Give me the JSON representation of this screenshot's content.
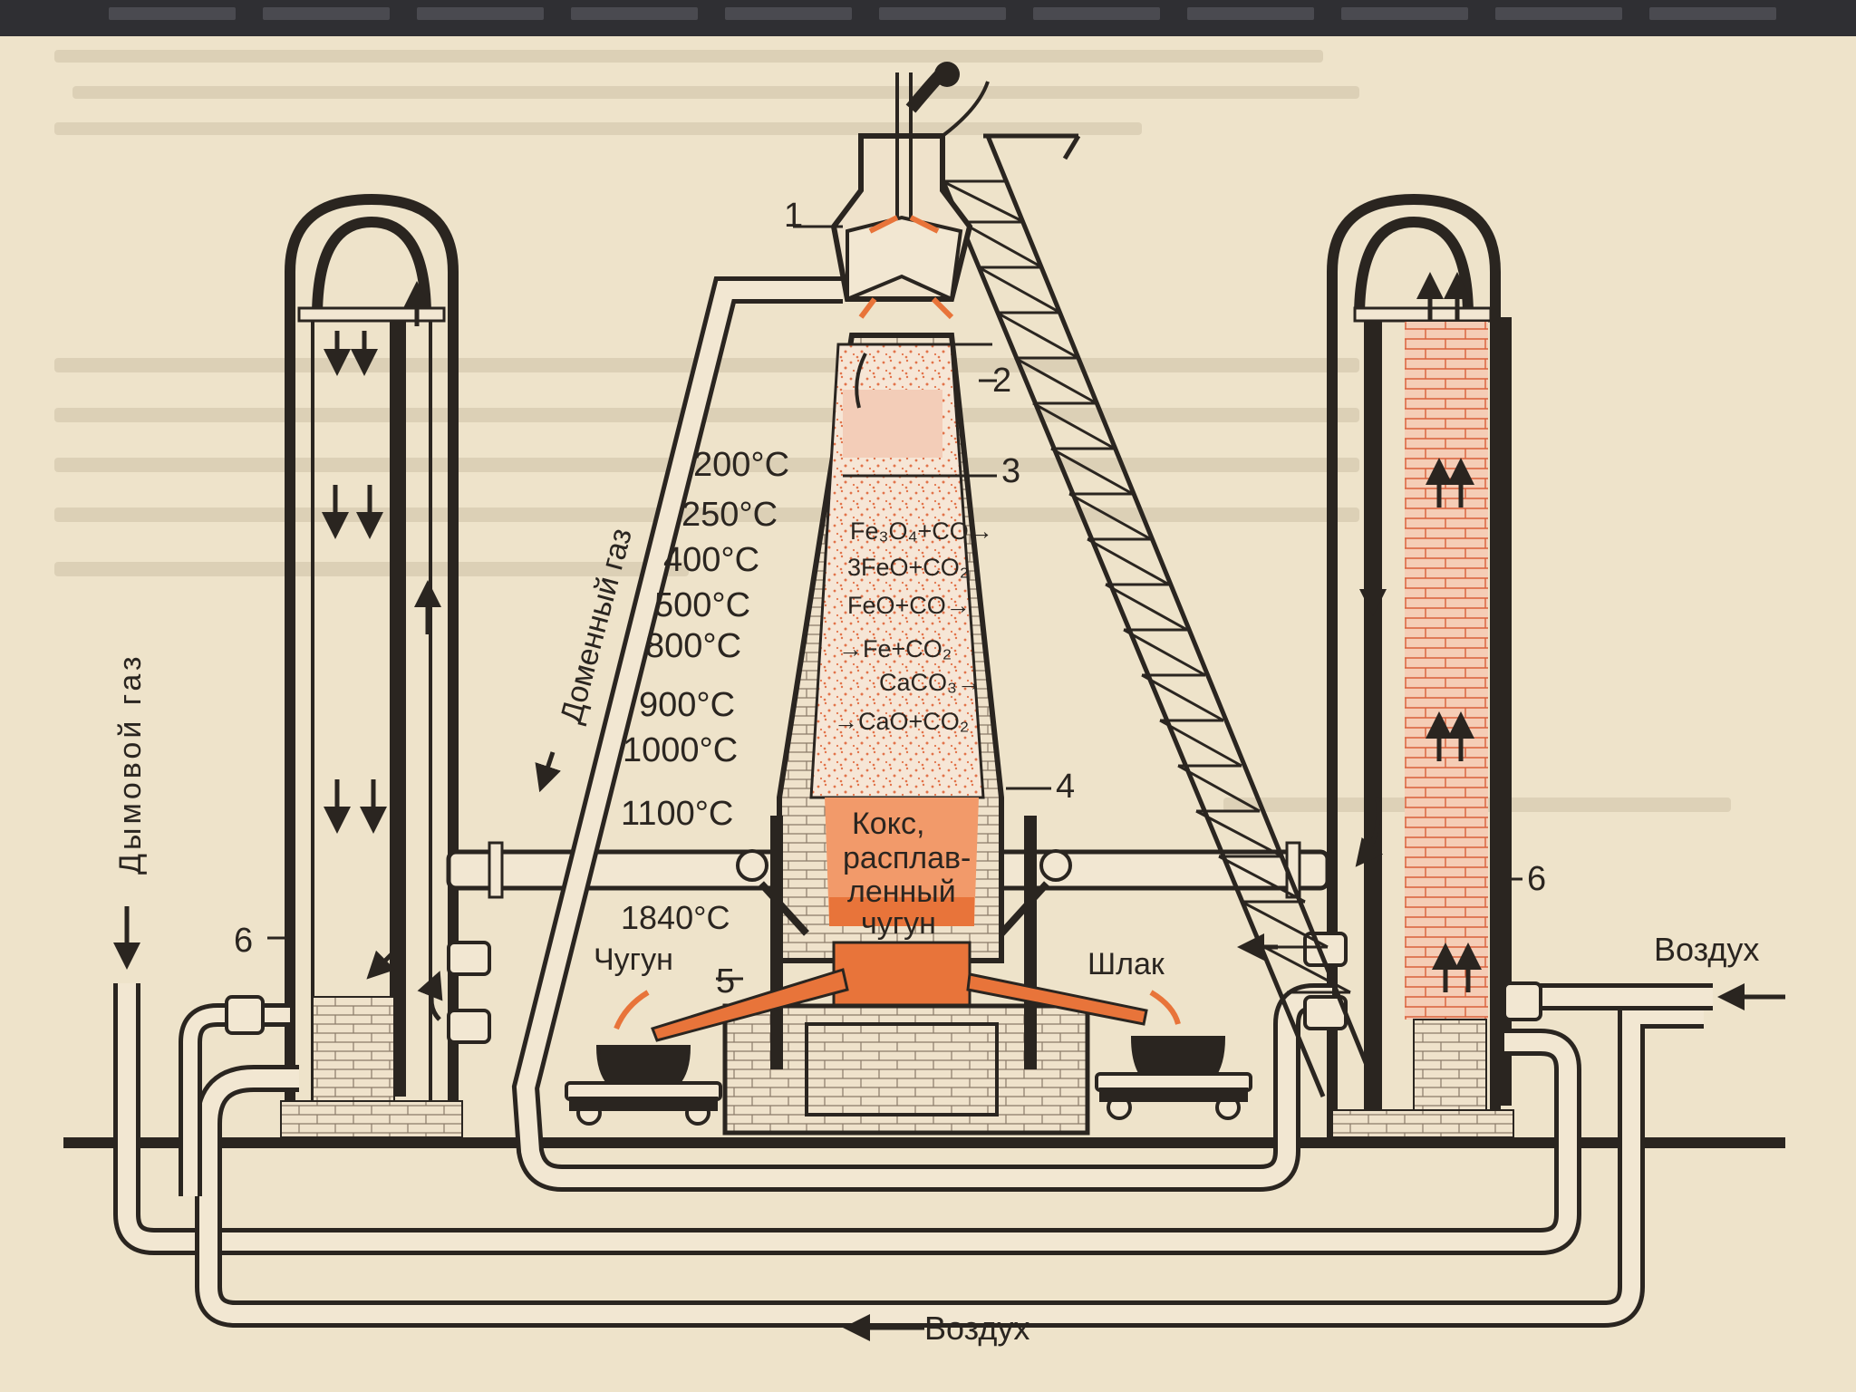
{
  "title": "",
  "labels": {
    "n1": "1",
    "n2": "2",
    "n3": "3",
    "n4": "4",
    "n5": "5",
    "n6_left": "6",
    "n6_right": "6",
    "flue_gas": "Дымовой газ",
    "blast_gas": "Доменный газ",
    "air_right": "Воздух",
    "air_bottom": "Воздух",
    "pig_iron": "Чугун",
    "slag": "Шлак",
    "coke_line1": "Кокс,",
    "coke_line2": "расплав-",
    "coke_line3": "ленный",
    "coke_line4": "чугун"
  },
  "temperatures": [
    "200°C",
    "250°C",
    "400°C",
    "500°C",
    "800°C",
    "900°C",
    "1000°C",
    "1100°C",
    "1840°C"
  ],
  "reactions": {
    "r1": "Fe₃O₄+CO→",
    "r2": "3FeO+CO₂",
    "r3": "FeO+CO→",
    "r4": "→Fe+CO₂",
    "r5": "CaCO₃→",
    "r6": "→CaO+CO₂"
  },
  "colors": {
    "paper": "#eee3ca",
    "ink": "#2a2520",
    "molten": "#e8743a",
    "brick": "#f3c9b0",
    "brick_line": "#d9603a"
  }
}
